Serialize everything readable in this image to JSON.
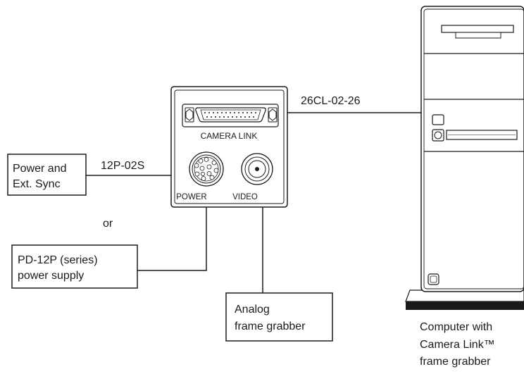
{
  "camera": {
    "camera_link_label": "CAMERA LINK",
    "power_label": "POWER",
    "video_label": "VIDEO"
  },
  "cables": {
    "camera_link_cable": "26CL-02-26",
    "power_cable": "12P-02S"
  },
  "boxes": {
    "power_sync_line1": "Power and",
    "power_sync_line2": "Ext. Sync",
    "pd_line1": "PD-12P (series)",
    "pd_line2": "power supply",
    "analog_line1": "Analog",
    "analog_line2": "frame grabber"
  },
  "or_label": "or",
  "computer": {
    "caption_line1": "Computer with",
    "caption_line2": "Camera Link™",
    "caption_line3": "frame grabber"
  }
}
